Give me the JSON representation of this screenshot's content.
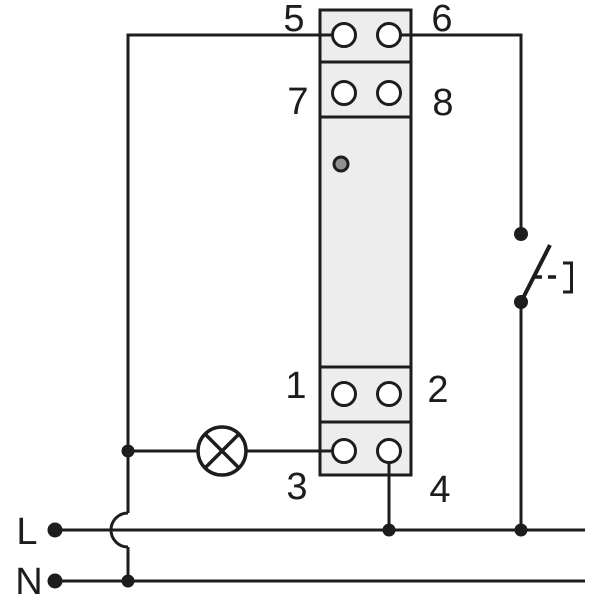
{
  "labels": {
    "t1": "1",
    "t2": "2",
    "t3": "3",
    "t4": "4",
    "t5": "5",
    "t6": "6",
    "t7": "7",
    "t8": "8",
    "line": "L",
    "neutral": "N"
  },
  "colors": {
    "line": "#1d1d1b",
    "device_fill": "#ededed",
    "terminal_fill": "#ffffff",
    "led_fill": "#8f8f8f",
    "background": "#ffffff"
  },
  "symbols": {
    "device": "din-rail-relay-module",
    "load": "lamp",
    "switch": "push-button-switch",
    "indicator": "led-status-dot",
    "junction": "connection-dot",
    "crossover": "wire-hop-no-connection"
  }
}
